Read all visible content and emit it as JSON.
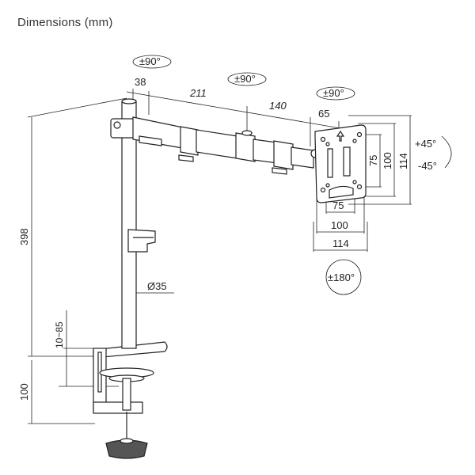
{
  "title": "Dimensions (mm)",
  "labels": {
    "rot_pole": "±90°",
    "rot_mid": "±90°",
    "rot_head": "±90°",
    "seg_38": "38",
    "seg_211": "211",
    "seg_140": "140",
    "seg_65": "65",
    "height_398": "398",
    "diameter": "Ø35",
    "clamp_range": "10~85",
    "clamp_height": "100",
    "vesa_v_75": "75",
    "vesa_v_100": "100",
    "vesa_v_114": "114",
    "vesa_h_75": "75",
    "vesa_h_100": "100",
    "vesa_h_114": "114",
    "tilt_up": "+45°",
    "tilt_down": "-45°",
    "rotate": "±180°"
  }
}
